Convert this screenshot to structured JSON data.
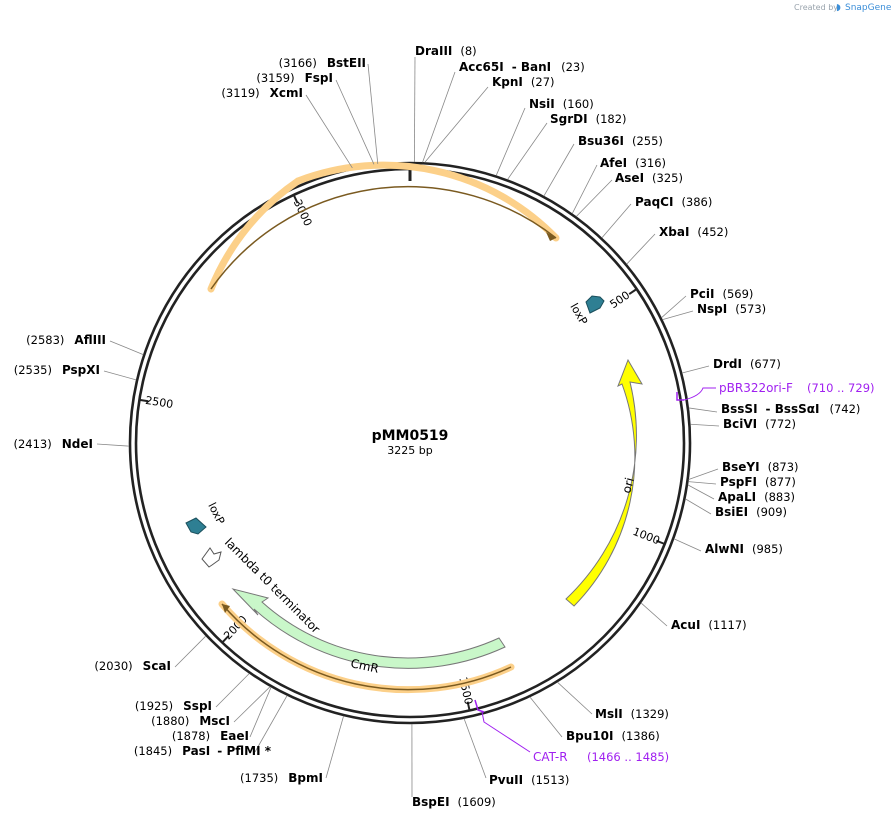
{
  "credit": {
    "created_by": "Created by",
    "brand": "SnapGene"
  },
  "plasmid": {
    "name": "pMM0519",
    "size_label": "3225 bp",
    "length": 3225
  },
  "ticks": [
    "500",
    "1000",
    "1500",
    "2000",
    "2500",
    "3000"
  ],
  "enzymes": [
    {
      "name": "DraIII",
      "pos": "(8)"
    },
    {
      "name": "Acc65I",
      "name2": "- BanI",
      "pos": "(23)"
    },
    {
      "name": "KpnI",
      "pos": "(27)"
    },
    {
      "name": "NsiI",
      "pos": "(160)"
    },
    {
      "name": "SgrDI",
      "pos": "(182)"
    },
    {
      "name": "Bsu36I",
      "pos": "(255)"
    },
    {
      "name": "AfeI",
      "pos": "(316)"
    },
    {
      "name": "AseI",
      "pos": "(325)"
    },
    {
      "name": "PaqCI",
      "pos": "(386)"
    },
    {
      "name": "XbaI",
      "pos": "(452)"
    },
    {
      "name": "PciI",
      "pos": "(569)"
    },
    {
      "name": "NspI",
      "pos": "(573)"
    },
    {
      "name": "DrdI",
      "pos": "(677)"
    },
    {
      "name": "BssSI",
      "name2": "- BssSαI",
      "pos": "(742)"
    },
    {
      "name": "BciVI",
      "pos": "(772)"
    },
    {
      "name": "BseYI",
      "pos": "(873)"
    },
    {
      "name": "PspFI",
      "pos": "(877)"
    },
    {
      "name": "ApaLI",
      "pos": "(883)"
    },
    {
      "name": "BsiEI",
      "pos": "(909)"
    },
    {
      "name": "AlwNI",
      "pos": "(985)"
    },
    {
      "name": "AcuI",
      "pos": "(1117)"
    },
    {
      "name": "MslI",
      "pos": "(1329)"
    },
    {
      "name": "Bpu10I",
      "pos": "(1386)"
    },
    {
      "name": "PvuII",
      "pos": "(1513)"
    },
    {
      "name": "BspEI",
      "pos": "(1609)"
    },
    {
      "name": "BpmI",
      "pos": "(1735)"
    },
    {
      "name": "PasI",
      "name2": "- PflMI *",
      "pos": "(1845)"
    },
    {
      "name": "EaeI",
      "pos": "(1878)"
    },
    {
      "name": "MscI",
      "pos": "(1880)"
    },
    {
      "name": "SspI",
      "pos": "(1925)"
    },
    {
      "name": "ScaI",
      "pos": "(2030)"
    },
    {
      "name": "NdeI",
      "pos": "(2413)"
    },
    {
      "name": "PspXI",
      "pos": "(2535)"
    },
    {
      "name": "AflIII",
      "pos": "(2583)"
    },
    {
      "name": "XcmI",
      "pos": "(3119)"
    },
    {
      "name": "FspI",
      "pos": "(3159)"
    },
    {
      "name": "BstEII",
      "pos": "(3166)"
    }
  ],
  "primers": [
    {
      "name": "pBR322ori-F",
      "pos": "(710 .. 729)"
    },
    {
      "name": "CAT-R",
      "pos": "(1466 .. 1485)"
    }
  ],
  "features": [
    {
      "name": "loxP",
      "color": "#2e7f93"
    },
    {
      "name": "ori",
      "color": "#ffff00"
    },
    {
      "name": "CmR",
      "color": "#c5f5c5"
    },
    {
      "name": "loxP",
      "color": "#2e7f93"
    },
    {
      "name": "lambda t0 terminator",
      "color": "#ffffff"
    }
  ],
  "colors": {
    "backbone": "#222222",
    "highlight": "#fcd089",
    "primer": "#a020f0"
  }
}
